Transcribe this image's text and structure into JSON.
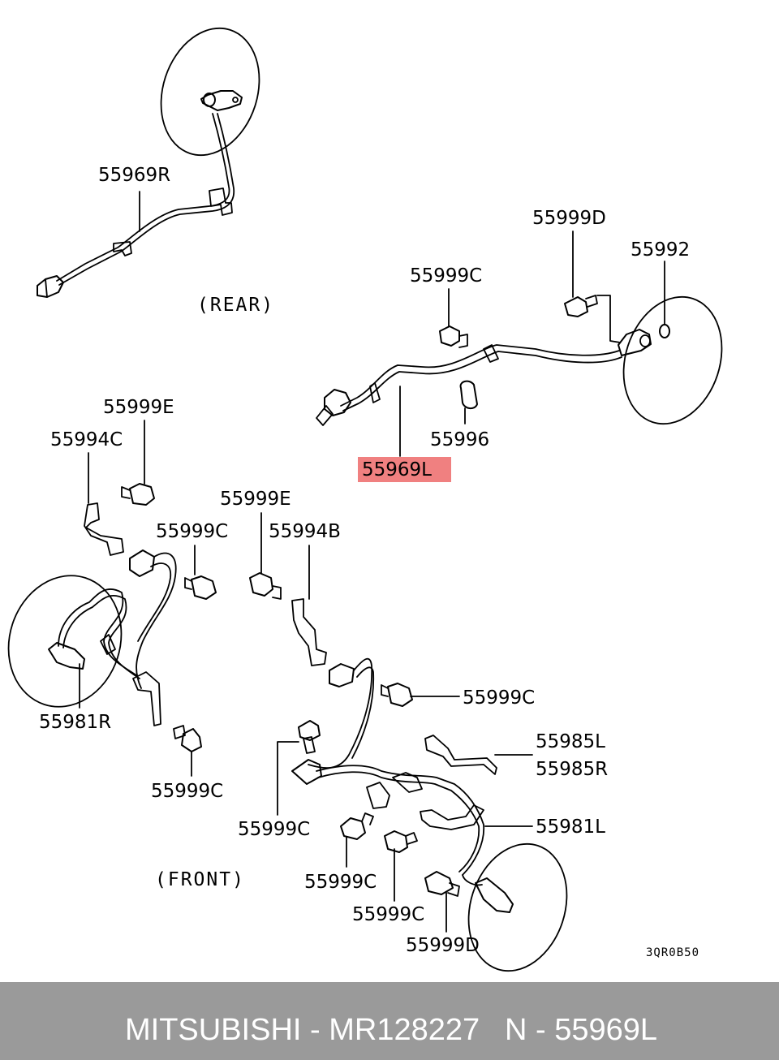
{
  "diagram": {
    "code": "3QR0B50",
    "sections": {
      "rear": "(REAR)",
      "front": "(FRONT)"
    },
    "highlight_color": "#f08080",
    "labels": {
      "l_55969R": "55969R",
      "l_55999D_top": "55999D",
      "l_55992": "55992",
      "l_55999C_top": "55999C",
      "l_55996": "55996",
      "l_55969L": "55969L",
      "l_55999E_left": "55999E",
      "l_55994C": "55994C",
      "l_55999E_mid": "55999E",
      "l_55999C_left": "55999C",
      "l_55994B": "55994B",
      "l_55999C_right": "55999C",
      "l_55981R": "55981R",
      "l_55985L": "55985L",
      "l_55985R": "55985R",
      "l_55999C_bl": "55999C",
      "l_55999C_bm": "55999C",
      "l_55981L": "55981L",
      "l_55999C_low": "55999C",
      "l_55999C_low2": "55999C",
      "l_55999D_bottom": "55999D"
    }
  },
  "footer": {
    "brand_part": "MITSUBISHI - MR128227",
    "ref": "N - 55969L",
    "background": "#9a9a9a"
  }
}
